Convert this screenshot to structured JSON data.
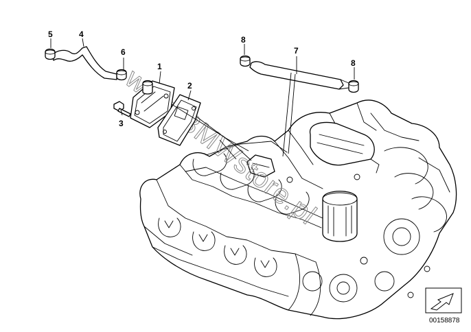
{
  "callouts": {
    "c1": "1",
    "c2": "2",
    "c3": "3",
    "c4": "4",
    "c5": "5",
    "c6": "6",
    "c7": "7",
    "c8a": "8",
    "c8b": "8"
  },
  "watermark": "www.BMWstore.pl",
  "reference_number": "00158878",
  "icons": {
    "arrow_box": "orientation-arrow-icon"
  }
}
